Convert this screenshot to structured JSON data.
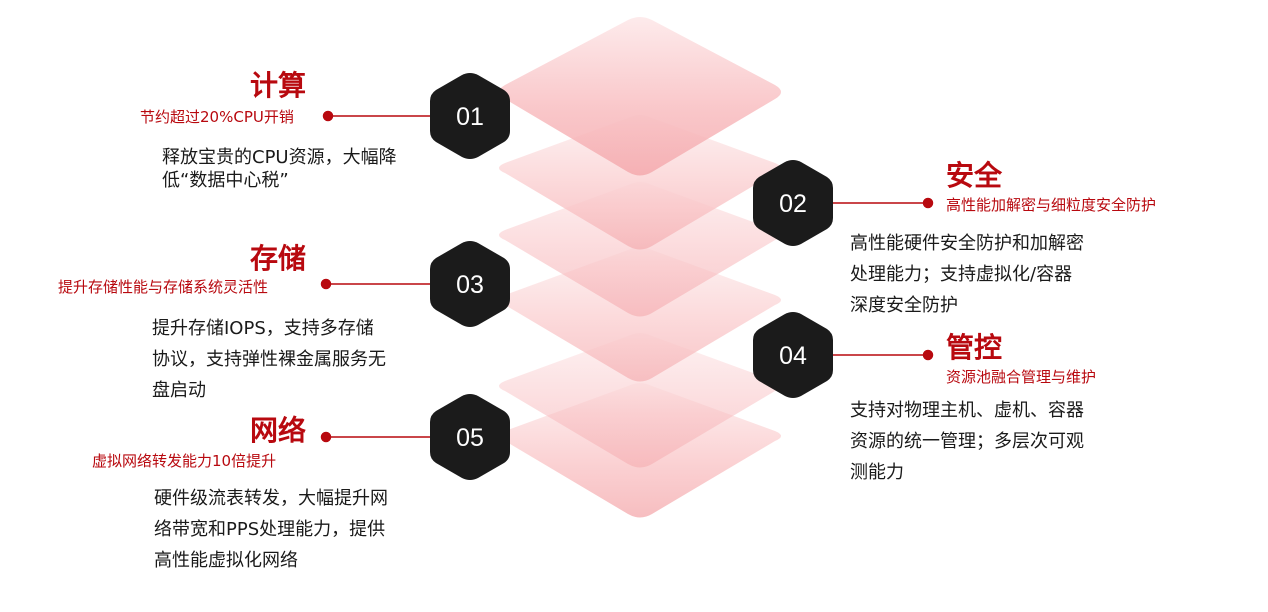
{
  "items": [
    {
      "num": "01",
      "title": "计算",
      "subtitle": "节约超过20%CPU开销",
      "desc": [
        "释放宝贵的CPU资源，大幅降",
        "低“数据中心税”"
      ]
    },
    {
      "num": "02",
      "title": "安全",
      "subtitle": "高性能加解密与细粒度安全防护",
      "desc": [
        "高性能硬件安全防护和加解密",
        "处理能力；支持虚拟化/容器",
        "深度安全防护"
      ]
    },
    {
      "num": "03",
      "title": "存储",
      "subtitle": "提升存储性能与存储系统灵活性",
      "desc": [
        "提升存储IOPS，支持多存储",
        "协议，支持弹性裸金属服务无",
        "盘启动"
      ]
    },
    {
      "num": "04",
      "title": "管控",
      "subtitle": "资源池融合管理与维护",
      "desc": [
        "支持对物理主机、虚机、容器",
        "资源的统一管理；多层次可观",
        "测能力"
      ]
    },
    {
      "num": "05",
      "title": "网络",
      "subtitle": "虚拟网络转发能力10倍提升",
      "desc": [
        "硬件级流表转发，大幅提升网",
        "络带宽和PPS处理能力，提供",
        "高性能虚拟化网络"
      ]
    }
  ],
  "colors": {
    "accent": "#b8090f",
    "hexagon": "#1b1b1b",
    "layer": "#f6b3b5"
  }
}
